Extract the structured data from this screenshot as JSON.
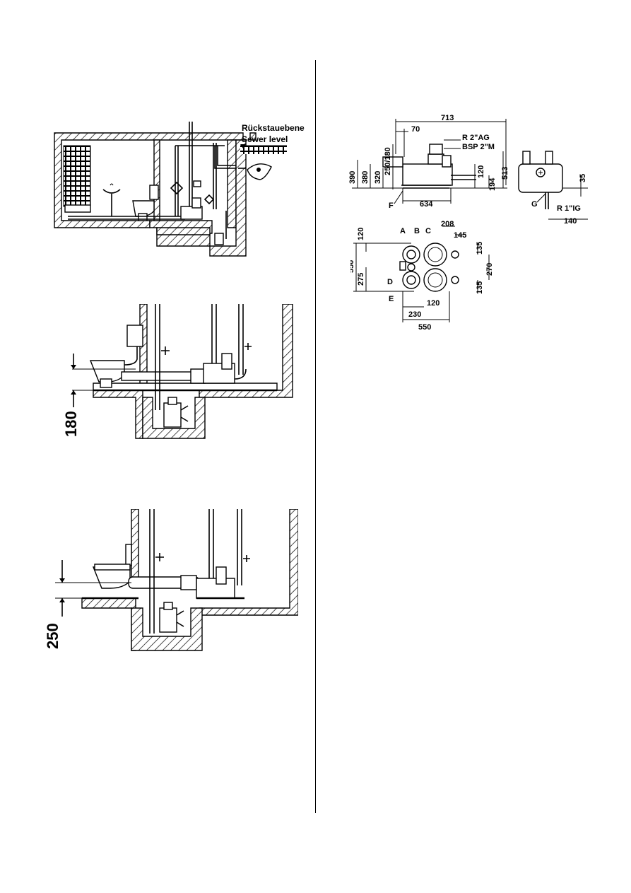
{
  "figure1": {
    "label_de": "Rückstauebene",
    "label_en": "Sewer level"
  },
  "figure2": {
    "dimension": "180"
  },
  "figure3": {
    "dimension": "250"
  },
  "figure4": {
    "dims": {
      "d713": "713",
      "d70": "70",
      "r2ag": "R 2\"AG",
      "bsp2m": "BSP 2\"M",
      "d390": "390",
      "d380": "380",
      "d320": "320",
      "d250_180": "250/180",
      "d120": "120",
      "d194": "194",
      "d513": "513",
      "d634": "634",
      "labelF": "F",
      "d35": "35",
      "labelG": "G",
      "r1ig": "R 1\"IG",
      "d140": "140"
    }
  },
  "figure5": {
    "dims": {
      "d120": "120",
      "labelA": "A",
      "labelB": "B",
      "labelC": "C",
      "d208": "208",
      "d145": "145",
      "d135a": "135",
      "d550v": "550",
      "d275": "275",
      "d270": "270",
      "d135b": "135",
      "labelD": "D",
      "labelE": "E",
      "d120b": "120",
      "d230": "230",
      "d550h": "550"
    }
  }
}
